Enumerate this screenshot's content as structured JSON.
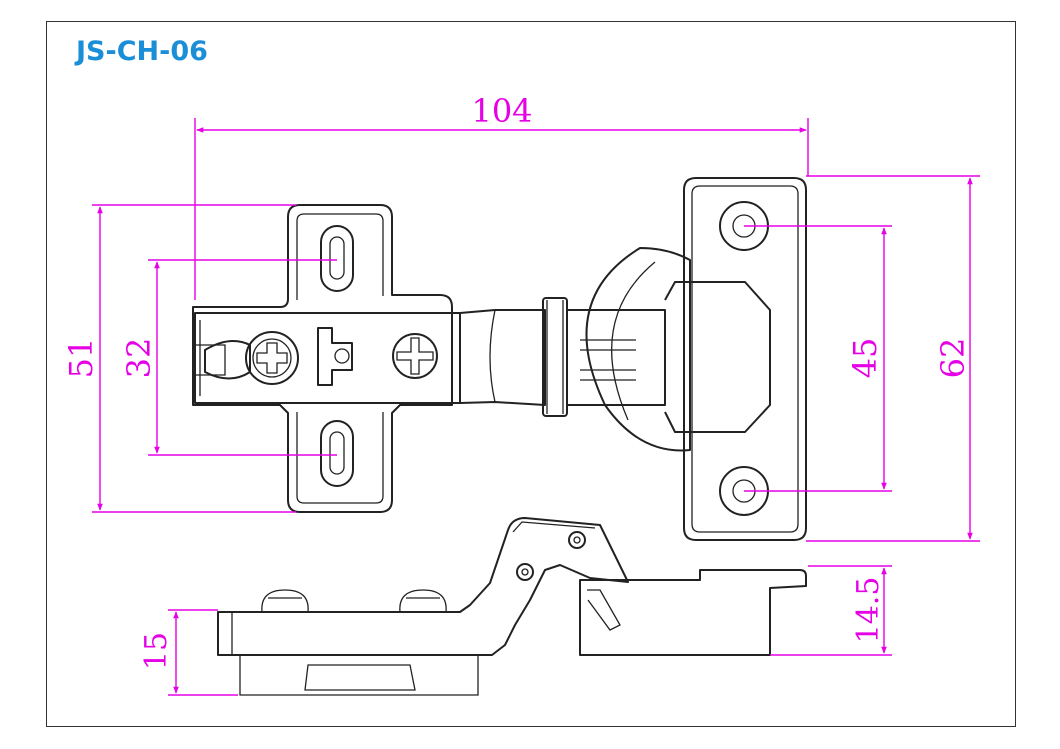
{
  "model_code": "JS-CH-06",
  "colors": {
    "title": "#1a8fd8",
    "dimension": "#e600e6",
    "outline": "#222222",
    "frame": "#333333"
  },
  "dimensions": {
    "overall_length": "104",
    "plate_height": "51",
    "plate_slot_spacing": "32",
    "cup_hole_spacing": "45",
    "arm_height": "62",
    "base_thickness": "15",
    "cup_depth": "14.5"
  }
}
